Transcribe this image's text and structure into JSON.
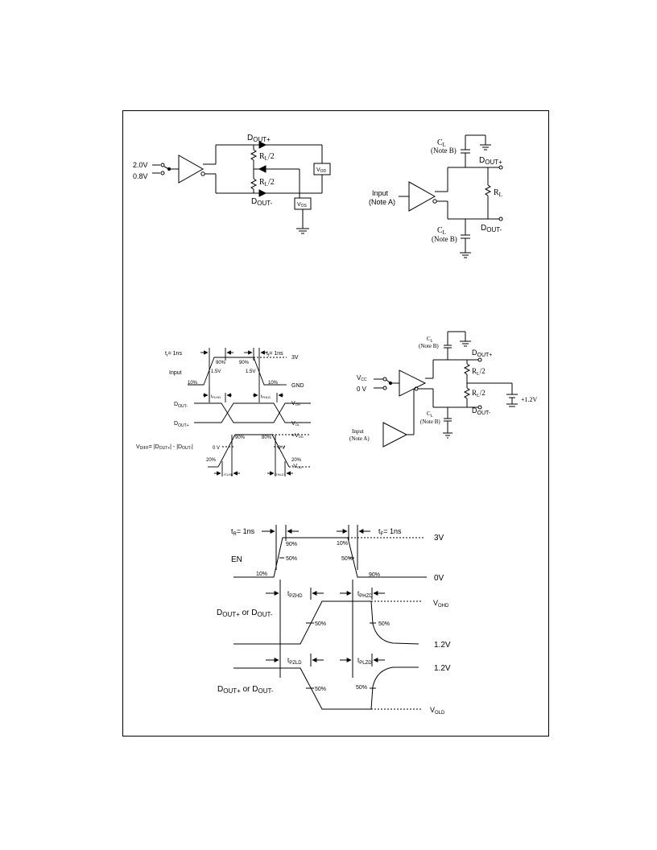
{
  "vod_circuit": {
    "in_hi": "2.0V",
    "in_lo": "0.8V",
    "dp_main": "D",
    "dp_sub": "OUT+",
    "dn_main": "D",
    "dn_sub": "OUT-",
    "r_main": "R",
    "r_sub": "L",
    "r_tail": "/2",
    "vod_main": "V",
    "vod_sub": "OD",
    "vos_main": "V",
    "vos_sub": "OS"
  },
  "load_circuit": {
    "cl_main": "C",
    "cl_sub": "L",
    "note_b": "(Note B)",
    "dp_main": "D",
    "dp_sub": "OUT+",
    "dn_main": "D",
    "dn_sub": "OUT-",
    "r_main": "R",
    "r_sub": "L",
    "input": "Input",
    "note_a": "(Note A)"
  },
  "prop_waveform": {
    "tr_main": "t",
    "tr_sub": "r",
    "tr_tail": "= 1ns",
    "tf_main": "t",
    "tf_sub": "f",
    "tf_tail": "= 1ns",
    "v3": "3V",
    "gnd": "GND",
    "input": "Input",
    "p90": "90%",
    "p10": "10%",
    "v15": "1.5V",
    "t_phld_main": "t",
    "t_phld_sub": "PLHD",
    "t_phld2_sub": "PHLD",
    "dn_main": "D",
    "dn_sub": "OUT-",
    "dp_main": "D",
    "dp_sub": "OUT+",
    "voh_main": "V",
    "voh_sub": "OH",
    "vol_main": "V",
    "vol_sub": "OL",
    "vdiff_main": "V",
    "vdiff_sub": "DIFF",
    "vdiff_eq": "= |D",
    "vdiff_p": "OUT+",
    "vdiff_mid": "| - |D",
    "vdiff_n": "OUT-",
    "vdiff_end": "|",
    "p20": "20%",
    "p80": "80%",
    "zero_v": "0 V",
    "vod_pos": "+V",
    "vod_neg": "-V",
    "vod_sub": "OD",
    "t_tld_main": "t",
    "t_tld_sub": "TLHD",
    "t_thl_sub": "THLD"
  },
  "enable_circuit": {
    "cl_main": "C",
    "cl_sub": "L",
    "note_b": "(Note B)",
    "vcc_main": "V",
    "vcc_sub": "CC",
    "zero_v": "0 V",
    "dp_main": "D",
    "dp_sub": "OUT+",
    "dn_main": "D",
    "dn_sub": "OUT-",
    "r_main": "R",
    "r_sub": "L",
    "r_tail": "/2",
    "v12": "+1.2V",
    "input": "Input",
    "note_a": "(Note A)"
  },
  "enable_waveform": {
    "tr_main": "t",
    "tr_sub": "R",
    "tr_tail": "= 1ns",
    "tf_main": "t",
    "tf_sub": "F",
    "tf_tail": "= 1ns",
    "v3": "3V",
    "v0": "0V",
    "en": "EN",
    "p90": "90%",
    "p50": "50%",
    "p10": "10%",
    "tpzhd_main": "t",
    "tpzhd_sub": "PZHD",
    "tphzd_main": "t",
    "tphzd_sub": "PHZD",
    "tpzld_main": "t",
    "tpzld_sub": "PZLD",
    "tplzd_main": "t",
    "tplzd_sub": "PLZD",
    "dout_a": "D",
    "dout_a_sub": "OUT+",
    "dout_or": " or D",
    "dout_b_sub": "OUT-",
    "vohd_main": "V",
    "vohd_sub": "OHD",
    "vold_main": "V",
    "vold_sub": "OLD",
    "v12": "1.2V"
  }
}
